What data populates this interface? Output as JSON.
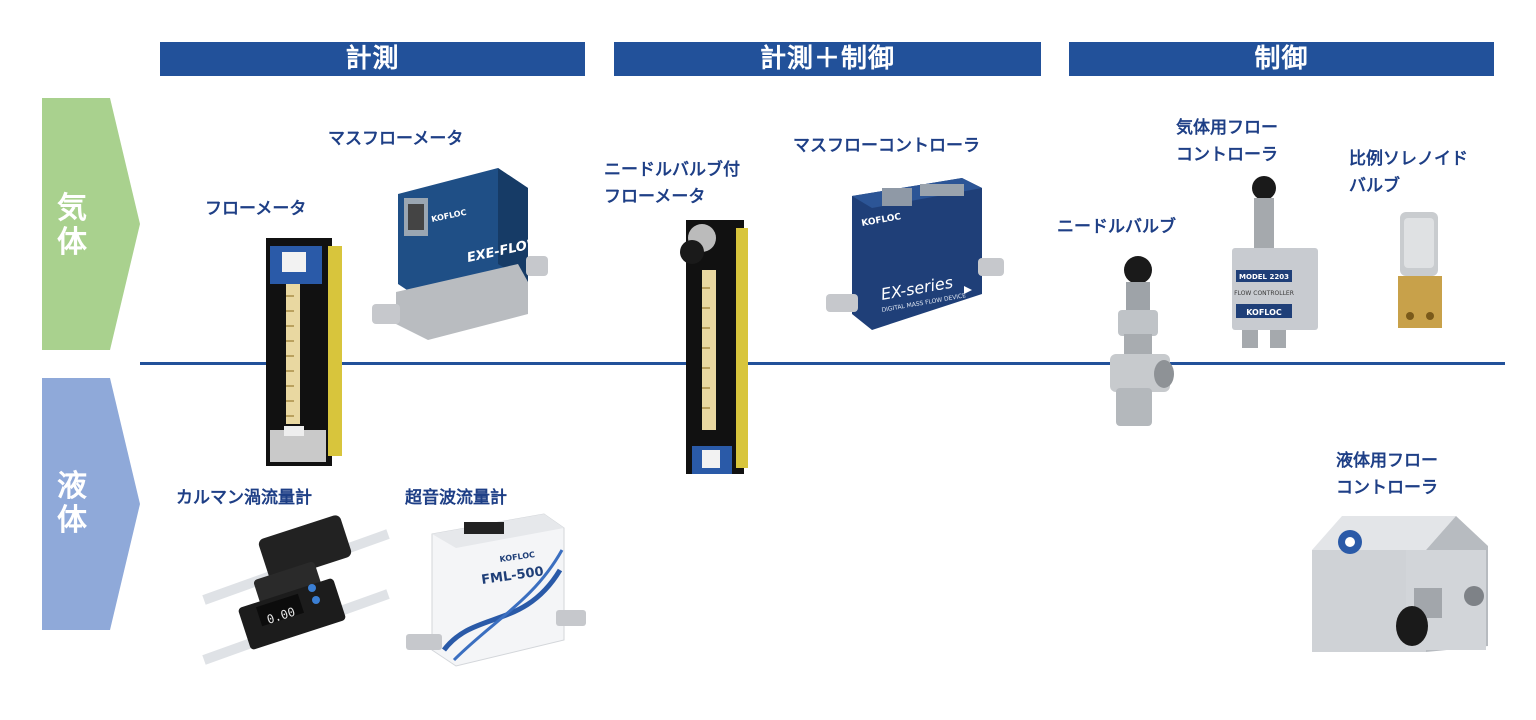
{
  "categories": {
    "measure": "計測",
    "measure_control": "計測＋制御",
    "control": "制御"
  },
  "media": {
    "gas": "気体",
    "liquid": "液体"
  },
  "products": {
    "flowmeter": "フローメータ",
    "mass_flowmeter": "マスフローメータ",
    "needle_valve_flowmeter": [
      "ニードルバルブ付",
      "フローメータ"
    ],
    "mass_flow_controller": "マスフローコントローラ",
    "gas_flow_controller": [
      "気体用フロー",
      "コントローラ"
    ],
    "proportional_solenoid_valve": [
      "比例ソレノイド",
      "バルブ"
    ],
    "needle_valve": "ニードルバルブ",
    "karman_vortex_flowmeter": "カルマン渦流量計",
    "ultrasonic_flowmeter": "超音波流量計",
    "liquid_flow_controller": [
      "液体用フロー",
      "コントローラ"
    ]
  },
  "device_text": {
    "mfm_brand": "EXE-FLOW",
    "kofloc": "KOFLOC",
    "mfc_series": "EX-series",
    "mfc_sub": "DIGITAL MASS FLOW DEVICE",
    "model_plate": "MODEL 2203",
    "flow_controller_plate": "FLOW CONTROLLER",
    "fml_model": "FML-500",
    "vortex_display": "0.00"
  },
  "colors": {
    "header_blue": "#22519a",
    "gas_green": "#a9d18e",
    "liquid_blue": "#8fa9d9",
    "label_text": "#1e3f86"
  }
}
